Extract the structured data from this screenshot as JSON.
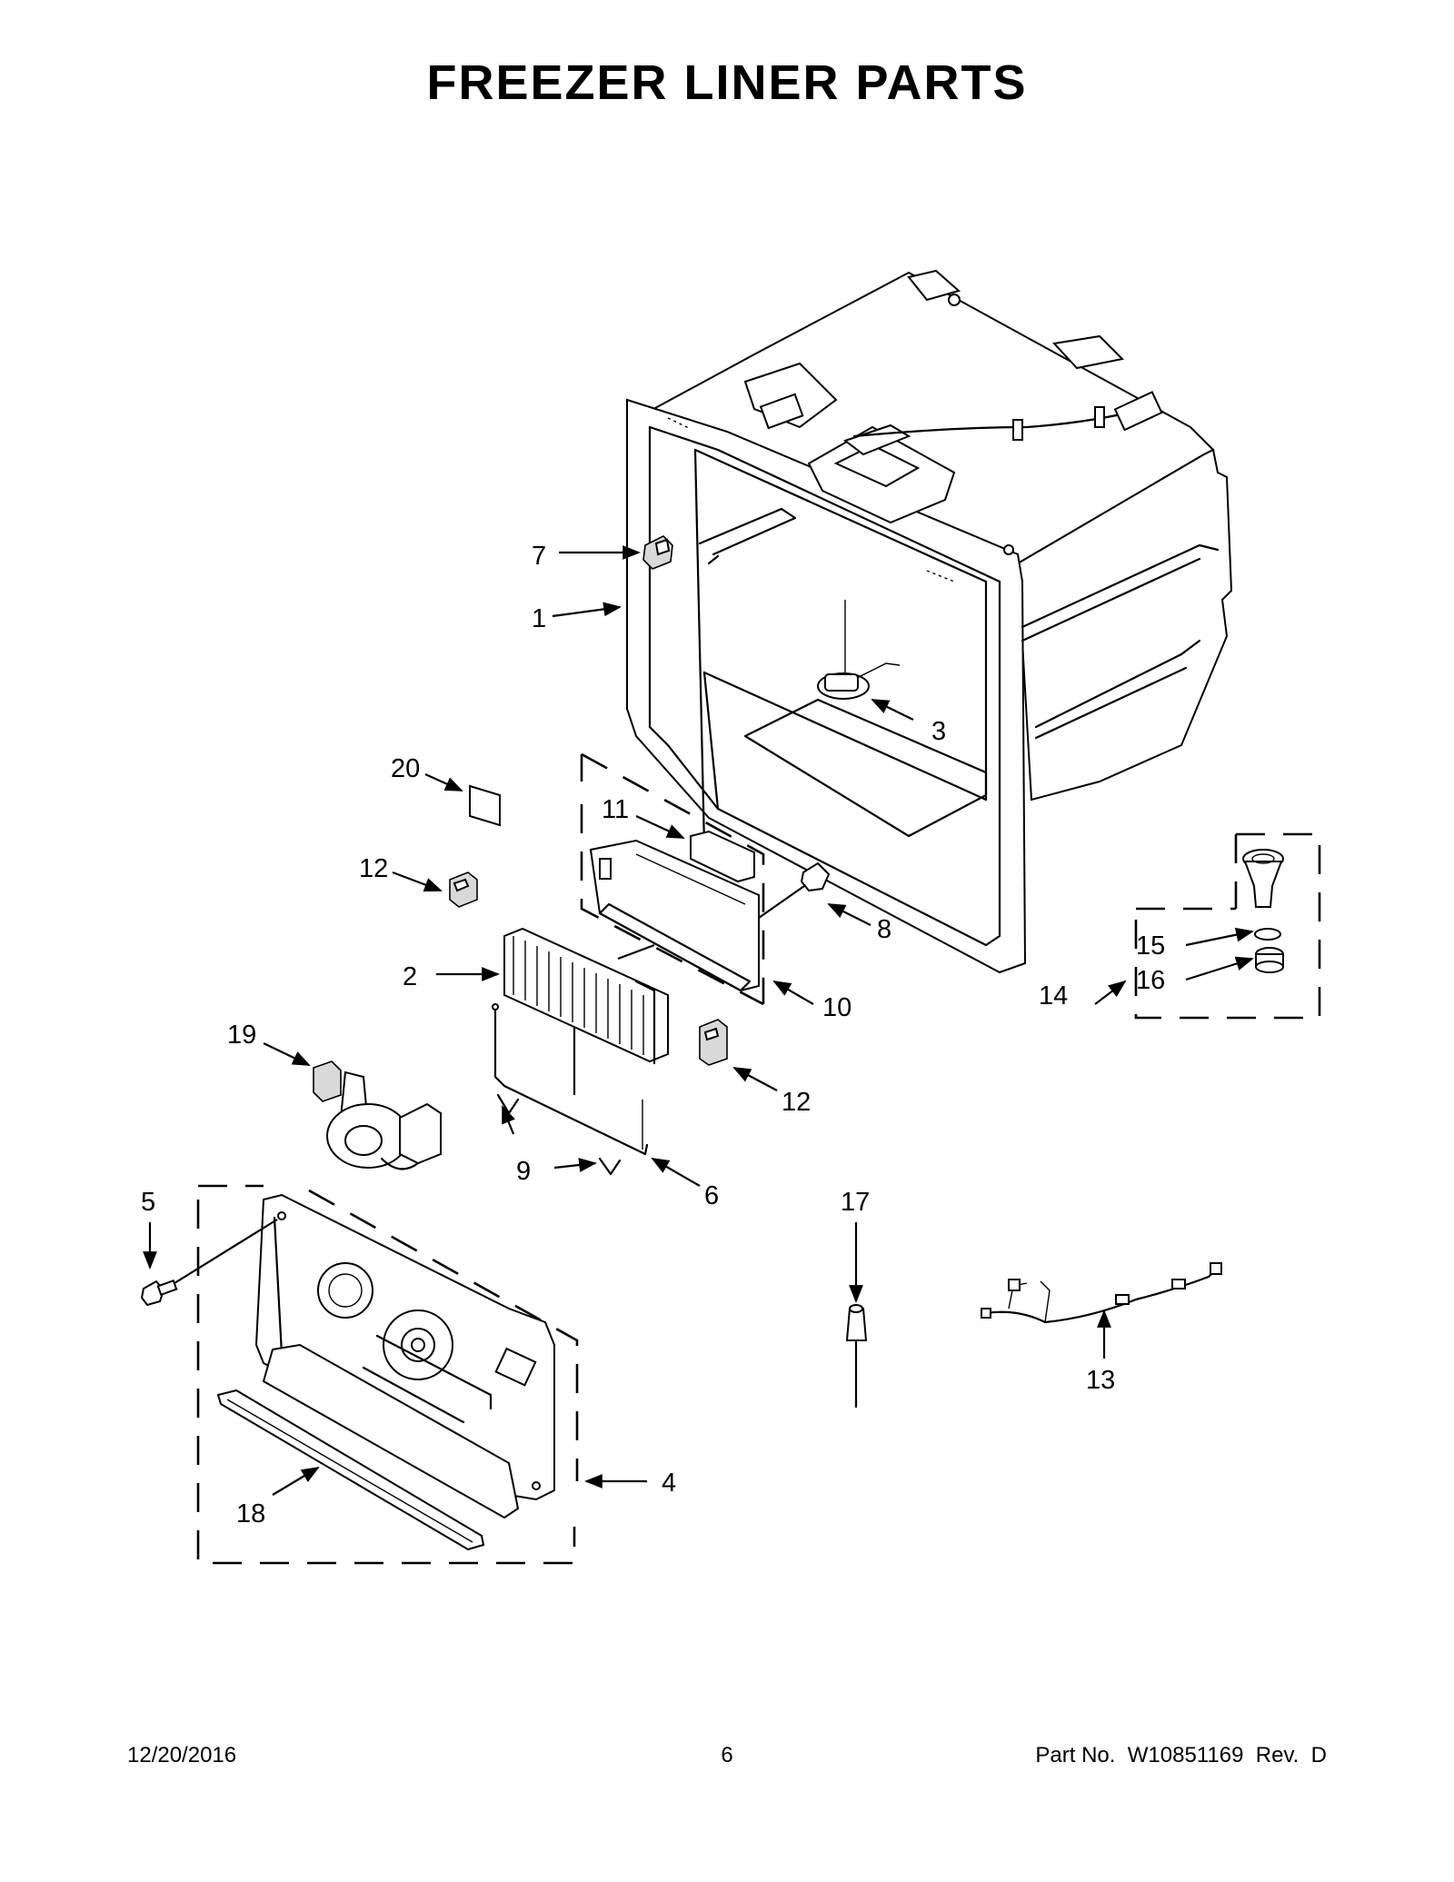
{
  "page": {
    "title": "FREEZER LINER PARTS",
    "date": "12/20/2016",
    "page_number": "6",
    "part_number": "Part No.  W10851169  Rev.  D"
  },
  "callouts": {
    "c1": "1",
    "c2": "2",
    "c3": "3",
    "c4": "4",
    "c5": "5",
    "c6": "6",
    "c7": "7",
    "c8": "8",
    "c9": "9",
    "c10": "10",
    "c11": "11",
    "c12a": "12",
    "c12b": "12",
    "c13": "13",
    "c14": "14",
    "c15": "15",
    "c16": "16",
    "c17": "17",
    "c18": "18",
    "c19": "19",
    "c20": "20"
  }
}
